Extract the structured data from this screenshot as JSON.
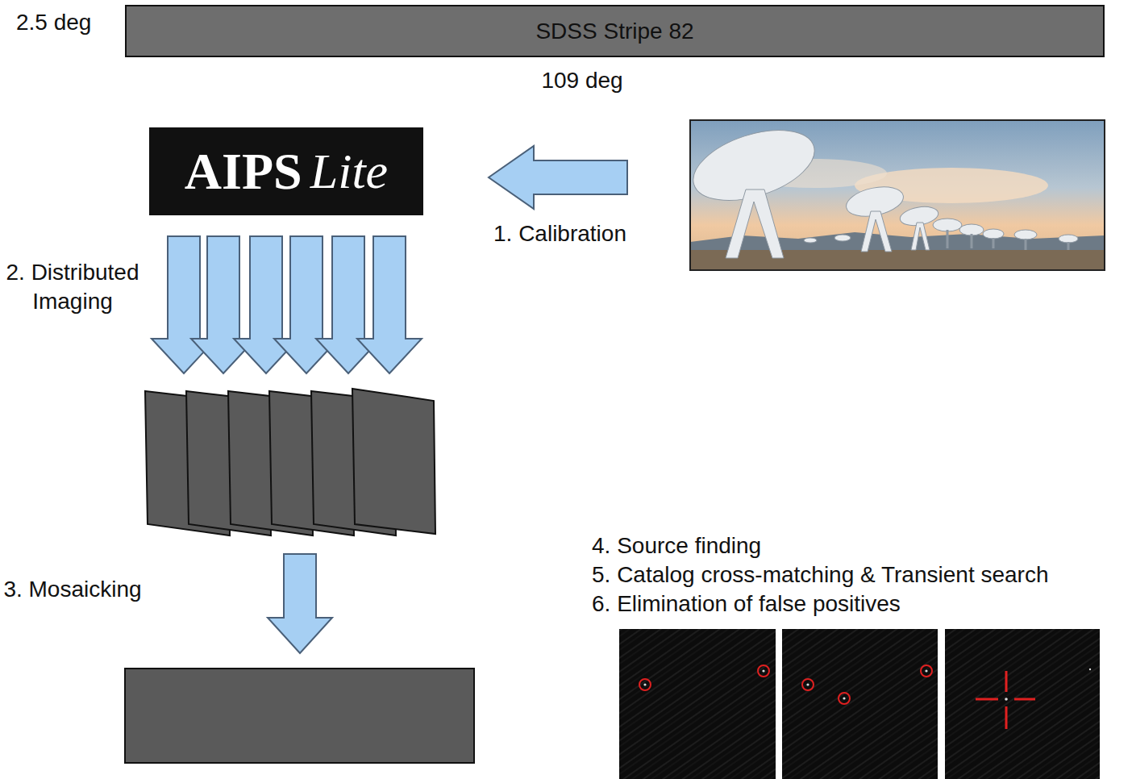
{
  "diagram": {
    "nodes": [
      {
        "text": [
          "SDSS Stripe 82"
        ]
      },
      {
        "text": [
          "AIPS",
          "Lite"
        ]
      }
    ],
    "edges": [],
    "labels": [
      "2.5 deg",
      "109 deg",
      "1. Calibration",
      "2. Distributed Imaging",
      "3. Mosaicking",
      "4. Source finding",
      "5. Catalog cross-matching & Transient search",
      "6. Elimination of false positives"
    ]
  }
}
